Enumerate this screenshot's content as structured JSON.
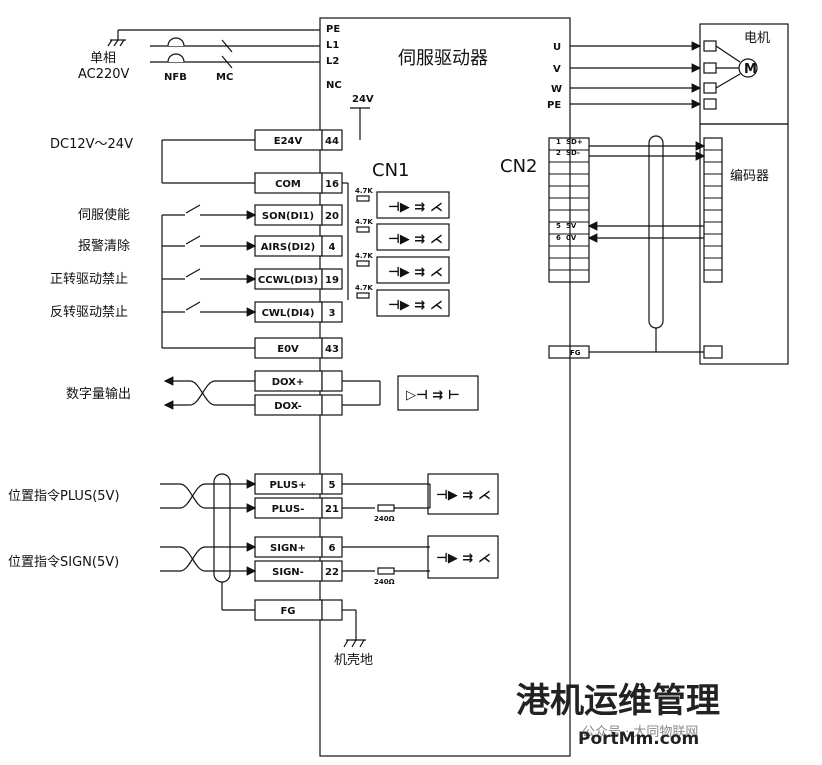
{
  "power": {
    "phase": "单相",
    "voltage": "AC220V",
    "nfb": "NFB",
    "mc": "MC",
    "terminals": [
      "PE",
      "L1",
      "L2",
      "NC"
    ]
  },
  "drive_title": "伺服驱动器",
  "supply_24v": "24V",
  "cn1": {
    "title": "CN1",
    "dc_label": "DC12V～24V",
    "resistor": "4.7K",
    "resistor_240": "240Ω",
    "pins": [
      {
        "name": "E24V",
        "num": "44"
      },
      {
        "name": "COM",
        "num": "16"
      },
      {
        "name": "SON(DI1)",
        "num": "20"
      },
      {
        "name": "AIRS(DI2)",
        "num": "4"
      },
      {
        "name": "CCWL(DI3)",
        "num": "19"
      },
      {
        "name": "CWL(DI4)",
        "num": "3"
      },
      {
        "name": "E0V",
        "num": "43"
      },
      {
        "name": "DOX+",
        "num": ""
      },
      {
        "name": "DOX-",
        "num": ""
      },
      {
        "name": "PLUS+",
        "num": "5"
      },
      {
        "name": "PLUS-",
        "num": "21"
      },
      {
        "name": "SIGN+",
        "num": "6"
      },
      {
        "name": "SIGN-",
        "num": "22"
      },
      {
        "name": "FG",
        "num": ""
      }
    ],
    "inputs": [
      "伺服使能",
      "报警清除",
      "正转驱动禁止",
      "反转驱动禁止"
    ],
    "digital_output": "数字量输出",
    "pulse_plus": "位置指令PLUS(5V)",
    "pulse_sign": "位置指令SIGN(5V)",
    "chassis": "机壳地"
  },
  "motor": {
    "title": "电机",
    "symbol": "M",
    "terminals": [
      "U",
      "V",
      "W",
      "PE"
    ]
  },
  "cn2": {
    "title": "CN2",
    "encoder": "编码器",
    "rows": [
      {
        "num": "1",
        "name": "SD+"
      },
      {
        "num": "2",
        "name": "SD-"
      },
      {
        "num": "5",
        "name": "5V"
      },
      {
        "num": "6",
        "name": "0V"
      }
    ],
    "fg": "FG"
  },
  "watermark": {
    "brand": "港机运维管理",
    "site": "PortMm.com",
    "note": "公众号 · 大同物联网"
  }
}
